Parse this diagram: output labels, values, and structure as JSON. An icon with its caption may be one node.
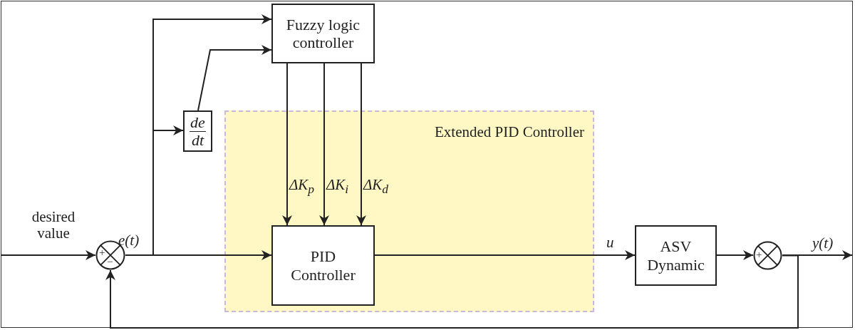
{
  "diagram": {
    "nodes": [
      {
        "text": [
          "Extended PID Controller"
        ]
      },
      {
        "text": [
          "Fuzzy logic controller"
        ]
      },
      {
        "text": [
          "de",
          "dt"
        ]
      },
      {
        "text": [
          "PID Controller"
        ],
        "in": 0
      },
      {
        "text": [
          "ASV Dynamic"
        ]
      },
      {
        "text": [
          "+",
          "−"
        ]
      },
      {
        "text": [
          "+"
        ]
      }
    ],
    "edges": [
      {
        "from": null,
        "to": 5,
        "arrow": "to",
        "label": "desired value"
      },
      {
        "from": 5,
        "to": 3,
        "arrow": "to",
        "label": "e(t)"
      },
      {
        "from": 5,
        "to": 2,
        "arrow": "to"
      },
      {
        "from": 5,
        "to": 1,
        "arrow": "to"
      },
      {
        "from": 2,
        "to": 1,
        "arrow": "to"
      },
      {
        "from": 1,
        "to": 3,
        "arrow": "to",
        "label": "ΔK$_{p}$"
      },
      {
        "from": 1,
        "to": 3,
        "arrow": "to",
        "label": "ΔK$_{i}$"
      },
      {
        "from": 1,
        "to": 3,
        "arrow": "to",
        "label": "ΔK$_{d}$"
      },
      {
        "from": 3,
        "to": 4,
        "arrow": "to",
        "label": "u"
      },
      {
        "from": 4,
        "to": 6,
        "arrow": "to"
      },
      {
        "from": 6,
        "to": null,
        "arrow": "to",
        "label": "y(t)"
      },
      {
        "from": 6,
        "to": 5,
        "arrow": "to"
      }
    ]
  }
}
